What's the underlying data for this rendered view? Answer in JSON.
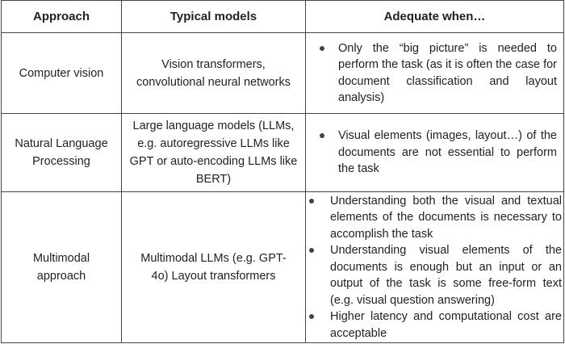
{
  "table": {
    "headers": [
      "Approach",
      "Typical models",
      "Adequate when…"
    ],
    "rows": [
      {
        "approach": "Computer vision",
        "models": "Vision transformers, convolutional neural networks",
        "adequate": [
          "Only the “big picture” is needed to perform the task (as it is often the case for document classification and layout analysis)"
        ]
      },
      {
        "approach": "Natural Language Processing",
        "models": "Large language models (LLMs, e.g. autoregressive LLMs like GPT or auto-encoding LLMs like BERT)",
        "adequate": [
          "Visual elements (images, layout…) of the documents are not essential to perform the task"
        ]
      },
      {
        "approach": "Multimodal approach",
        "models": "Multimodal LLMs (e.g. GPT-4o) Layout transformers",
        "adequate": [
          "Understanding both the visual and textual elements of the documents is necessary to accomplish the task",
          "Understanding visual elements of the documents is enough but an input or an output of the task is some free-form text (e.g. visual question answering)",
          "Higher latency and computational cost are acceptable"
        ]
      }
    ]
  }
}
